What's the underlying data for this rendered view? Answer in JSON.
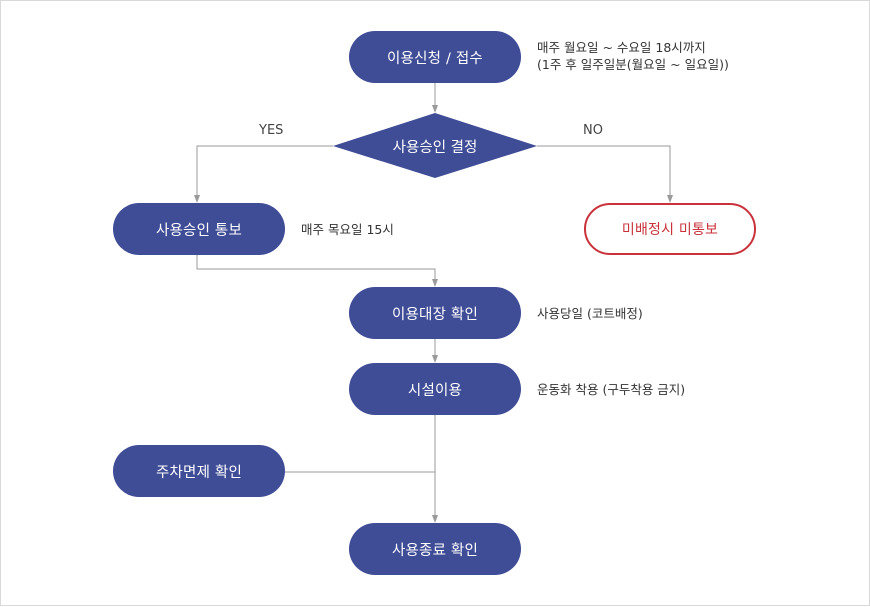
{
  "nodes": {
    "apply": "이용신청 / 접수",
    "decision": "사용승인 결정",
    "approved": "사용승인 통보",
    "not_assigned": "미배정시 미통보",
    "check_ledger": "이용대장 확인",
    "use_facility": "시설이용",
    "parking": "주차면제 확인",
    "end": "사용종료 확인"
  },
  "notes": {
    "apply_line1": "매주 월요일 ~ 수요일 18시까지",
    "apply_line2": "(1주 후 일주일분(월요일 ~ 일요일))",
    "approved": "매주 목요일 15시",
    "check_ledger": "사용당일 (코트배정)",
    "use_facility": "운동화 착용 (구두착용 금지)"
  },
  "branches": {
    "yes": "YES",
    "no": "NO"
  },
  "colors": {
    "primary": "#3f4c96",
    "negative": "#c9323a",
    "connector": "#9a9a9a"
  }
}
